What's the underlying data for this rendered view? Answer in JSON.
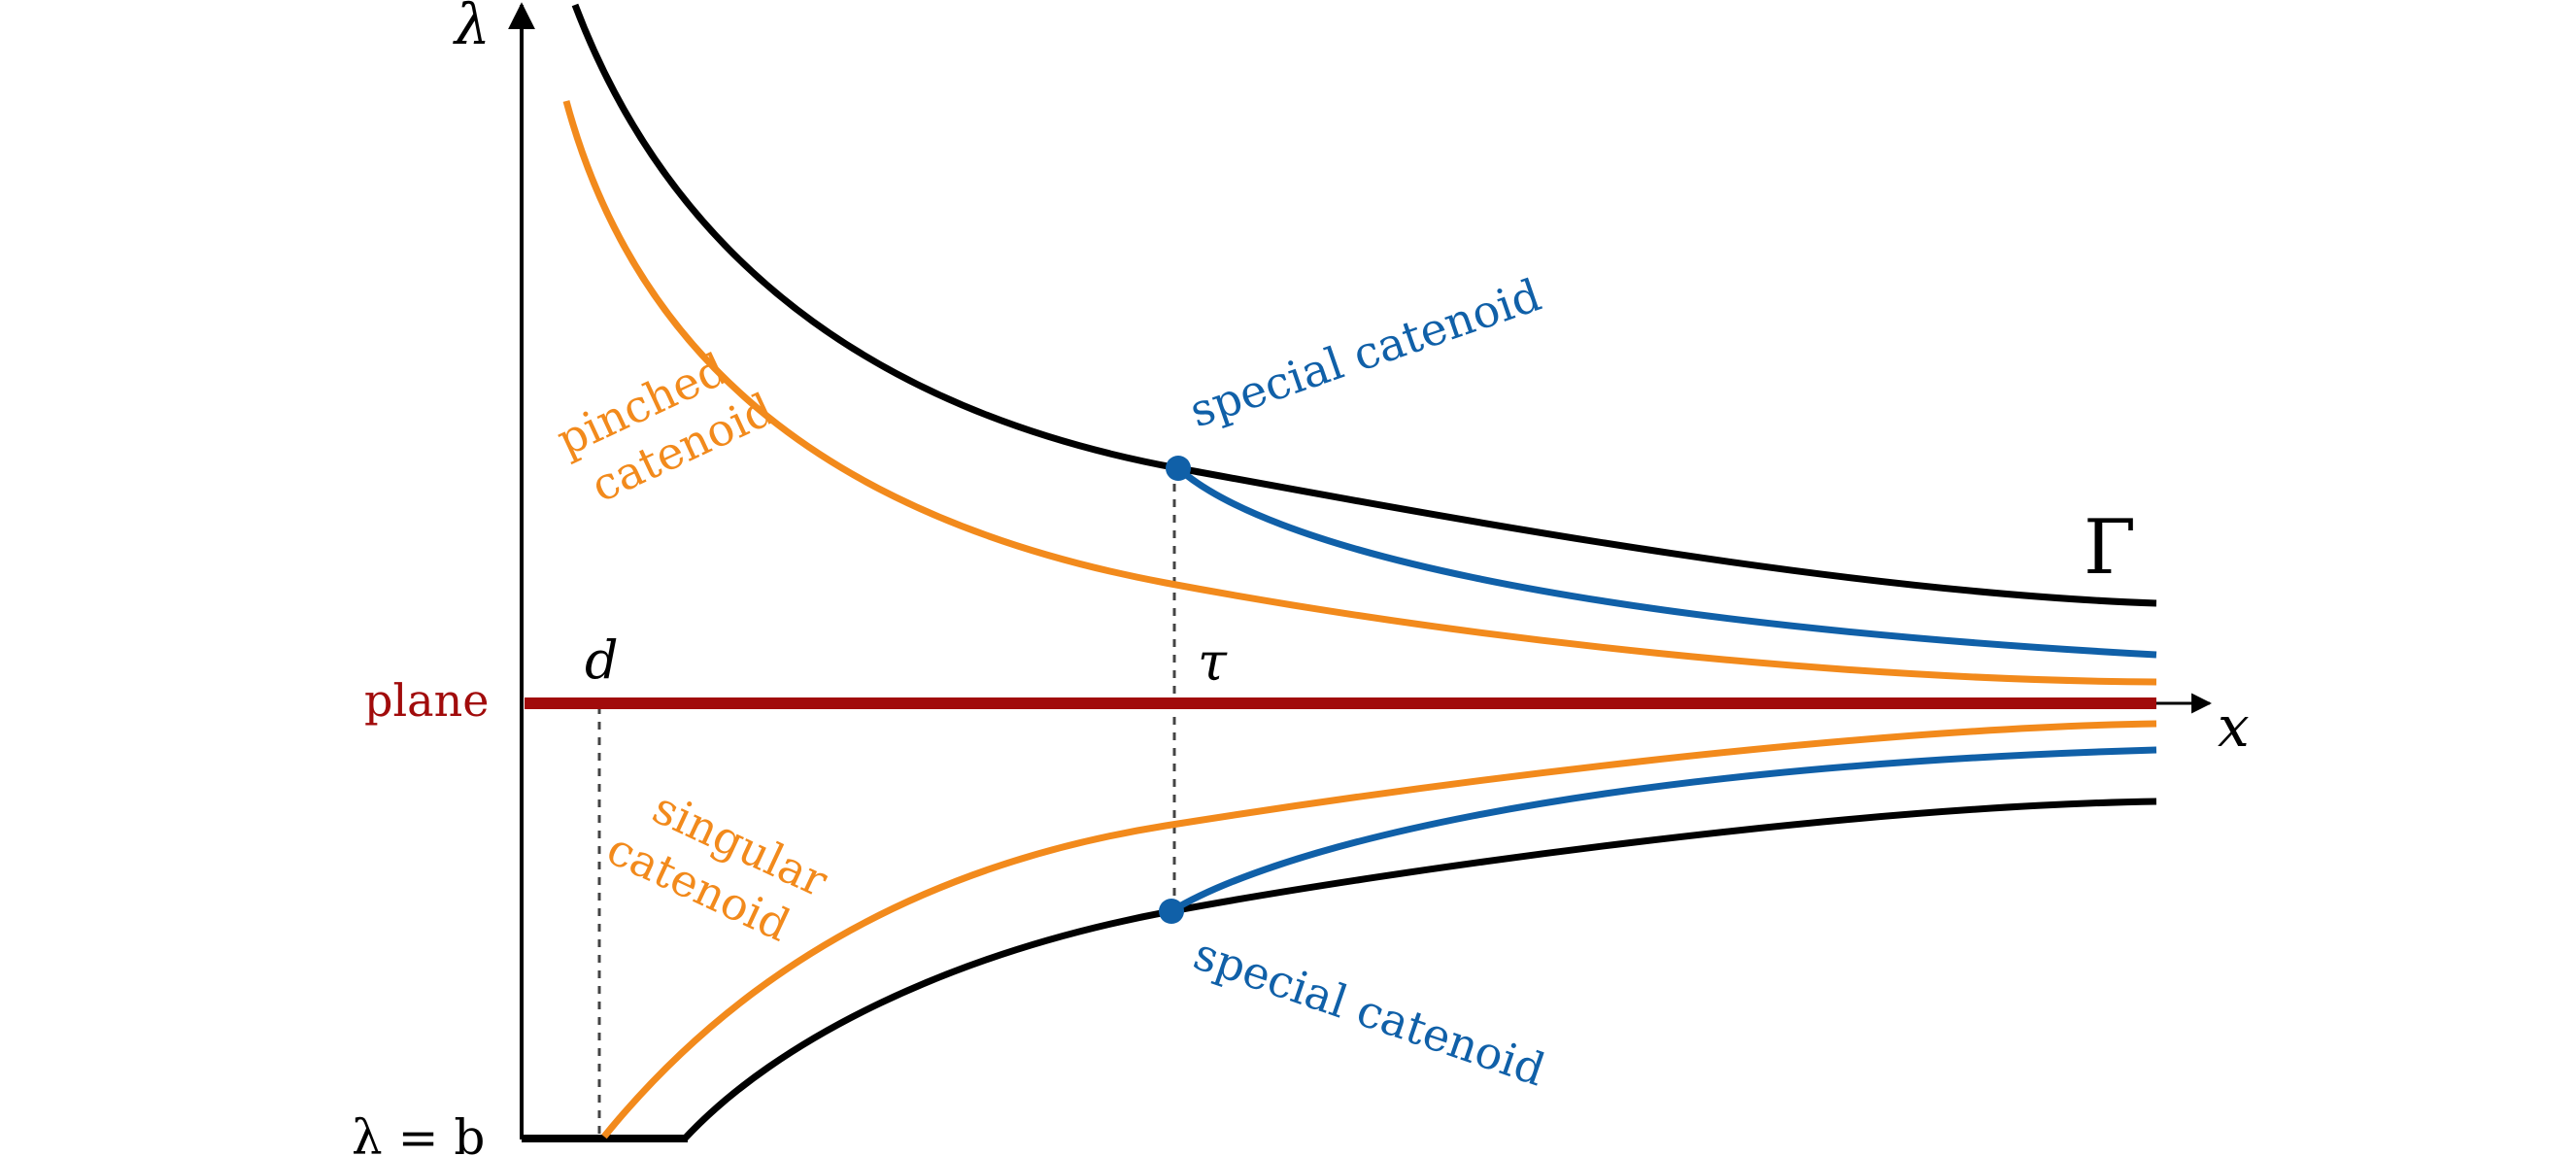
{
  "axes": {
    "y_label": "λ",
    "x_label": "x",
    "baseline_label": "λ = b",
    "tick_d": "d",
    "tick_tau": "τ"
  },
  "labels": {
    "gamma": "Γ",
    "plane": "plane",
    "pinched_line1": "pinched",
    "pinched_line2": "catenoid",
    "singular_line1": "singular",
    "singular_line2": "catenoid",
    "special_upper": "special catenoid",
    "special_lower": "special catenoid"
  },
  "colors": {
    "black_curve": "#000000",
    "orange": "#f28a1c",
    "blue": "#1060a8",
    "plane_red": "#a10b0b",
    "dashed": "#444444"
  }
}
